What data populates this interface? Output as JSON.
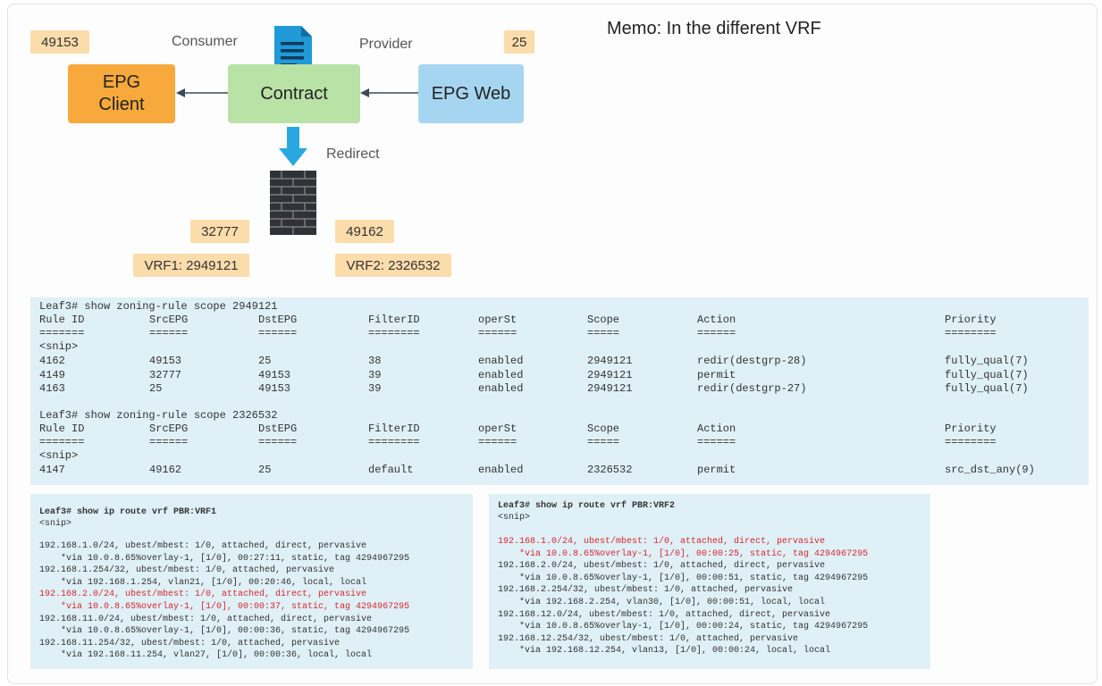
{
  "memo": "Memo: In the different VRF",
  "diagram": {
    "tag_client_id": "49153",
    "tag_web_id": "25",
    "consumer_label": "Consumer",
    "provider_label": "Provider",
    "redirect_label": "Redirect",
    "epg_client": "EPG\nClient",
    "contract": "Contract",
    "epg_web": "EPG Web",
    "tag_left_id": "32777",
    "tag_right_id": "49162",
    "vrf1": "VRF1: 2949121",
    "vrf2": "VRF2: 2326532",
    "colors": {
      "client": "#f8a93b",
      "contract": "#b9e2a6",
      "web": "#a6d5f1",
      "tag": "#fbdcab",
      "arrow": "#29a8e0"
    }
  },
  "zoning": {
    "blocks": [
      {
        "command": "Leaf3# show zoning-rule scope 2949121",
        "headers": [
          "Rule ID",
          "SrcEPG",
          "DstEPG",
          "FilterID",
          "operSt",
          "Scope",
          "Action",
          "Priority"
        ],
        "underlines": [
          "=======",
          "======",
          "======",
          "========",
          "======",
          "=====",
          "======",
          "========"
        ],
        "snip": "<snip>",
        "rows": [
          [
            "4162",
            "49153",
            "25",
            "38",
            "enabled",
            "2949121",
            "redir(destgrp-28)",
            "fully_qual(7)"
          ],
          [
            "4149",
            "32777",
            "49153",
            "39",
            "enabled",
            "2949121",
            "permit",
            "fully_qual(7)"
          ],
          [
            "4163",
            "25",
            "49153",
            "39",
            "enabled",
            "2949121",
            "redir(destgrp-27)",
            "fully_qual(7)"
          ]
        ]
      },
      {
        "command": "Leaf3# show zoning-rule scope 2326532",
        "headers": [
          "Rule ID",
          "SrcEPG",
          "DstEPG",
          "FilterID",
          "operSt",
          "Scope",
          "Action",
          "Priority"
        ],
        "underlines": [
          "=======",
          "======",
          "======",
          "========",
          "======",
          "=====",
          "======",
          "========"
        ],
        "snip": "<snip>",
        "rows": [
          [
            "4147",
            "49162",
            "25",
            "default",
            "enabled",
            "2326532",
            "permit",
            "src_dst_any(9)"
          ]
        ]
      }
    ]
  },
  "routes_vrf1": {
    "command": "Leaf3# show ip route vrf PBR:VRF1",
    "snip": "<snip>",
    "lines": [
      "192.168.1.0/24, ubest/mbest: 1/0, attached, direct, pervasive",
      "    *via 10.0.8.65%overlay-1, [1/0], 00:27:11, static, tag 4294967295",
      "192.168.1.254/32, ubest/mbest: 1/0, attached, pervasive",
      "    *via 192.168.1.254, vlan21, [1/0], 00:20:46, local, local",
      "192.168.2.0/24, ubest/mbest: 1/0, attached, direct, pervasive",
      "    *via 10.0.8.65%overlay-1, [1/0], 00:00:37, static, tag 4294967295",
      "192.168.11.0/24, ubest/mbest: 1/0, attached, direct, pervasive",
      "    *via 10.0.8.65%overlay-1, [1/0], 00:00:36, static, tag 4294967295",
      "192.168.11.254/32, ubest/mbest: 1/0, attached, pervasive",
      "    *via 192.168.11.254, vlan27, [1/0], 00:00:36, local, local"
    ],
    "highlight": [
      4,
      5
    ]
  },
  "routes_vrf2": {
    "command": "Leaf3# show ip route vrf PBR:VRF2",
    "snip": "<snip>",
    "lines": [
      "192.168.1.0/24, ubest/mbest: 1/0, attached, direct, pervasive",
      "    *via 10.0.8.65%overlay-1, [1/0], 00:00:25, static, tag 4294967295",
      "192.168.2.0/24, ubest/mbest: 1/0, attached, direct, pervasive",
      "    *via 10.0.8.65%overlay-1, [1/0], 00:00:51, static, tag 4294967295",
      "192.168.2.254/32, ubest/mbest: 1/0, attached, pervasive",
      "    *via 192.168.2.254, vlan30, [1/0], 00:00:51, local, local",
      "192.168.12.0/24, ubest/mbest: 1/0, attached, direct, pervasive",
      "    *via 10.0.8.65%overlay-1, [1/0], 00:00:24, static, tag 4294967295",
      "192.168.12.254/32, ubest/mbest: 1/0, attached, pervasive",
      "    *via 192.168.12.254, vlan13, [1/0], 00:00:24, local, local"
    ],
    "highlight": [
      0,
      1
    ]
  }
}
